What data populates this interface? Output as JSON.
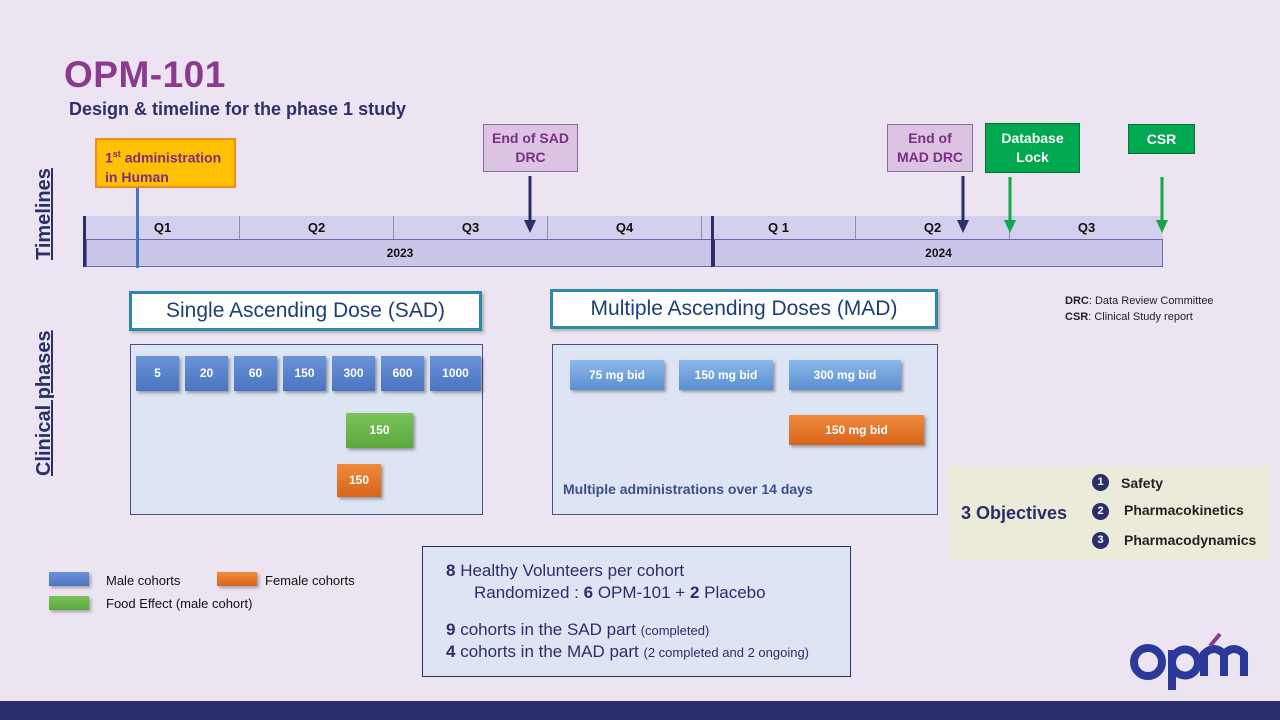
{
  "header": {
    "title": "OPM-101",
    "subtitle": "Design & timeline for the phase 1 study"
  },
  "side_labels": {
    "timelines": "Timelines",
    "clinical_phases": "Clinical phases"
  },
  "milestones": {
    "first_admin_sup": "st",
    "first_admin_num": "1",
    "first_admin_rest": " administration",
    "first_admin_line2": "in Human",
    "end_sad_line1": "End of SAD",
    "end_sad_line2": "DRC",
    "end_mad_line1": "End of",
    "end_mad_line2": "MAD DRC",
    "db_lock_line1": "Database",
    "db_lock_line2": "Lock",
    "csr": "CSR"
  },
  "timeline": {
    "quarters": [
      "Q1",
      "Q2",
      "Q3",
      "Q4",
      "Q 1",
      "Q2",
      "Q3"
    ],
    "years": [
      "2023",
      "2024"
    ]
  },
  "sad": {
    "title": "Single Ascending Dose (SAD)",
    "doses": [
      "5",
      "20",
      "60",
      "150",
      "300",
      "600",
      "1000"
    ],
    "food_effect": "150",
    "female": "150"
  },
  "mad": {
    "title": "Multiple Ascending Doses (MAD)",
    "doses": [
      "75 mg bid",
      "150 mg bid",
      "300 mg bid"
    ],
    "female": "150 mg bid",
    "note": "Multiple administrations over 14 days"
  },
  "abbreviations": {
    "drc_key": "DRC",
    "drc_def": ": Data Review Committee",
    "csr_key": "CSR",
    "csr_def": ": Clinical Study report"
  },
  "objectives": {
    "title": "3 Objectives",
    "items": [
      {
        "num": "1",
        "label": "Safety"
      },
      {
        "num": "2",
        "label": "Pharmacokinetics"
      },
      {
        "num": "3",
        "label": "Pharmacodynamics"
      }
    ]
  },
  "legend": {
    "male": "Male cohorts",
    "female": "Female cohorts",
    "food": "Food Effect (male cohort)"
  },
  "info": {
    "l1_num": "8",
    "l1_text": " Healthy Volunteers per cohort",
    "l2_pre": "Randomized : ",
    "l2_num1": "6",
    "l2_mid": " OPM-101 + ",
    "l2_num2": "2",
    "l2_post": " Placebo",
    "l3_num": "9",
    "l3_text": " cohorts in the SAD part ",
    "l3_note": "(completed)",
    "l4_num": "4",
    "l4_text": " cohorts in the MAD part ",
    "l4_note": "(2 completed and 2 ongoing)"
  },
  "logo": {
    "text": "OPM"
  },
  "colors": {
    "background": "#ece4f0",
    "title": "#8b3a8f",
    "navy": "#2b2e6a",
    "male": "#4a74c0",
    "female": "#d8641a",
    "food": "#5aa83c",
    "milestone_orange": "#ffc000",
    "milestone_green": "#00a84f",
    "arrow_green": "#12a84a",
    "bottom_bar": "#2b2e6a"
  }
}
